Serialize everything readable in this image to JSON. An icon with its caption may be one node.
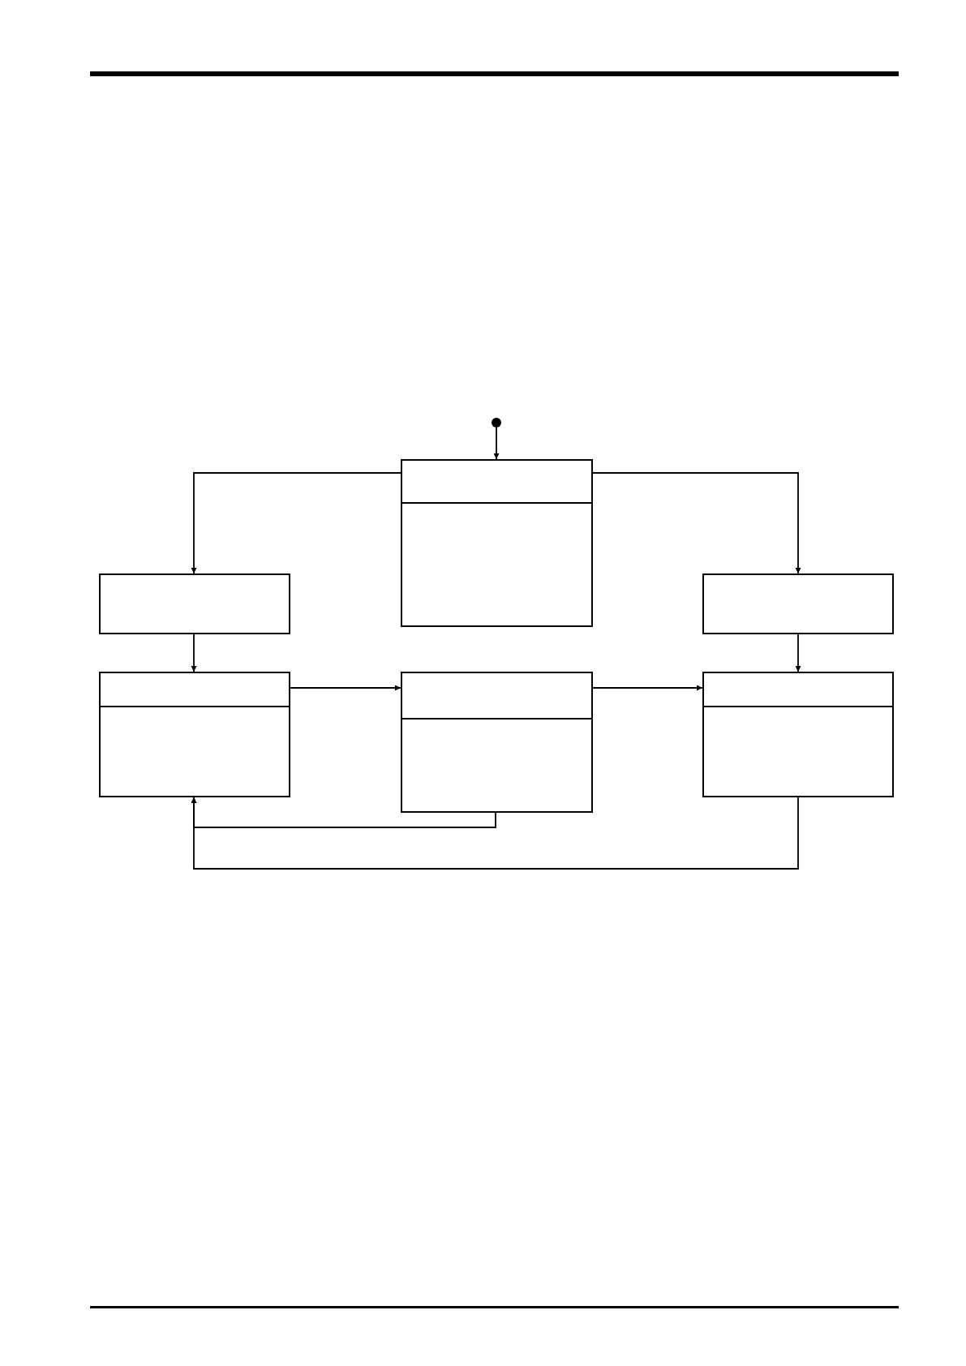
{
  "diagram": {
    "nodes": [
      {
        "text": [],
        "shape": "circle"
      },
      {
        "text": [],
        "shape": "box"
      },
      {
        "text": [],
        "shape": "box"
      },
      {
        "text": [],
        "shape": "box"
      },
      {
        "text": [],
        "shape": "box"
      },
      {
        "text": [],
        "shape": "box"
      },
      {
        "text": [],
        "shape": "box"
      }
    ],
    "edges": [
      {
        "from": 0,
        "to": 1,
        "arrow": "to"
      },
      {
        "from": 1,
        "to": 2,
        "arrow": "to"
      },
      {
        "from": 1,
        "to": 3,
        "arrow": "to"
      },
      {
        "from": 2,
        "to": 4,
        "arrow": "to"
      },
      {
        "from": 3,
        "to": 6,
        "arrow": "to"
      },
      {
        "from": 4,
        "to": 5,
        "arrow": "to"
      },
      {
        "from": 5,
        "to": 6,
        "arrow": "to"
      },
      {
        "from": 5,
        "to": 4,
        "arrow": "to"
      },
      {
        "from": 6,
        "to": 4,
        "arrow": "to"
      }
    ]
  }
}
